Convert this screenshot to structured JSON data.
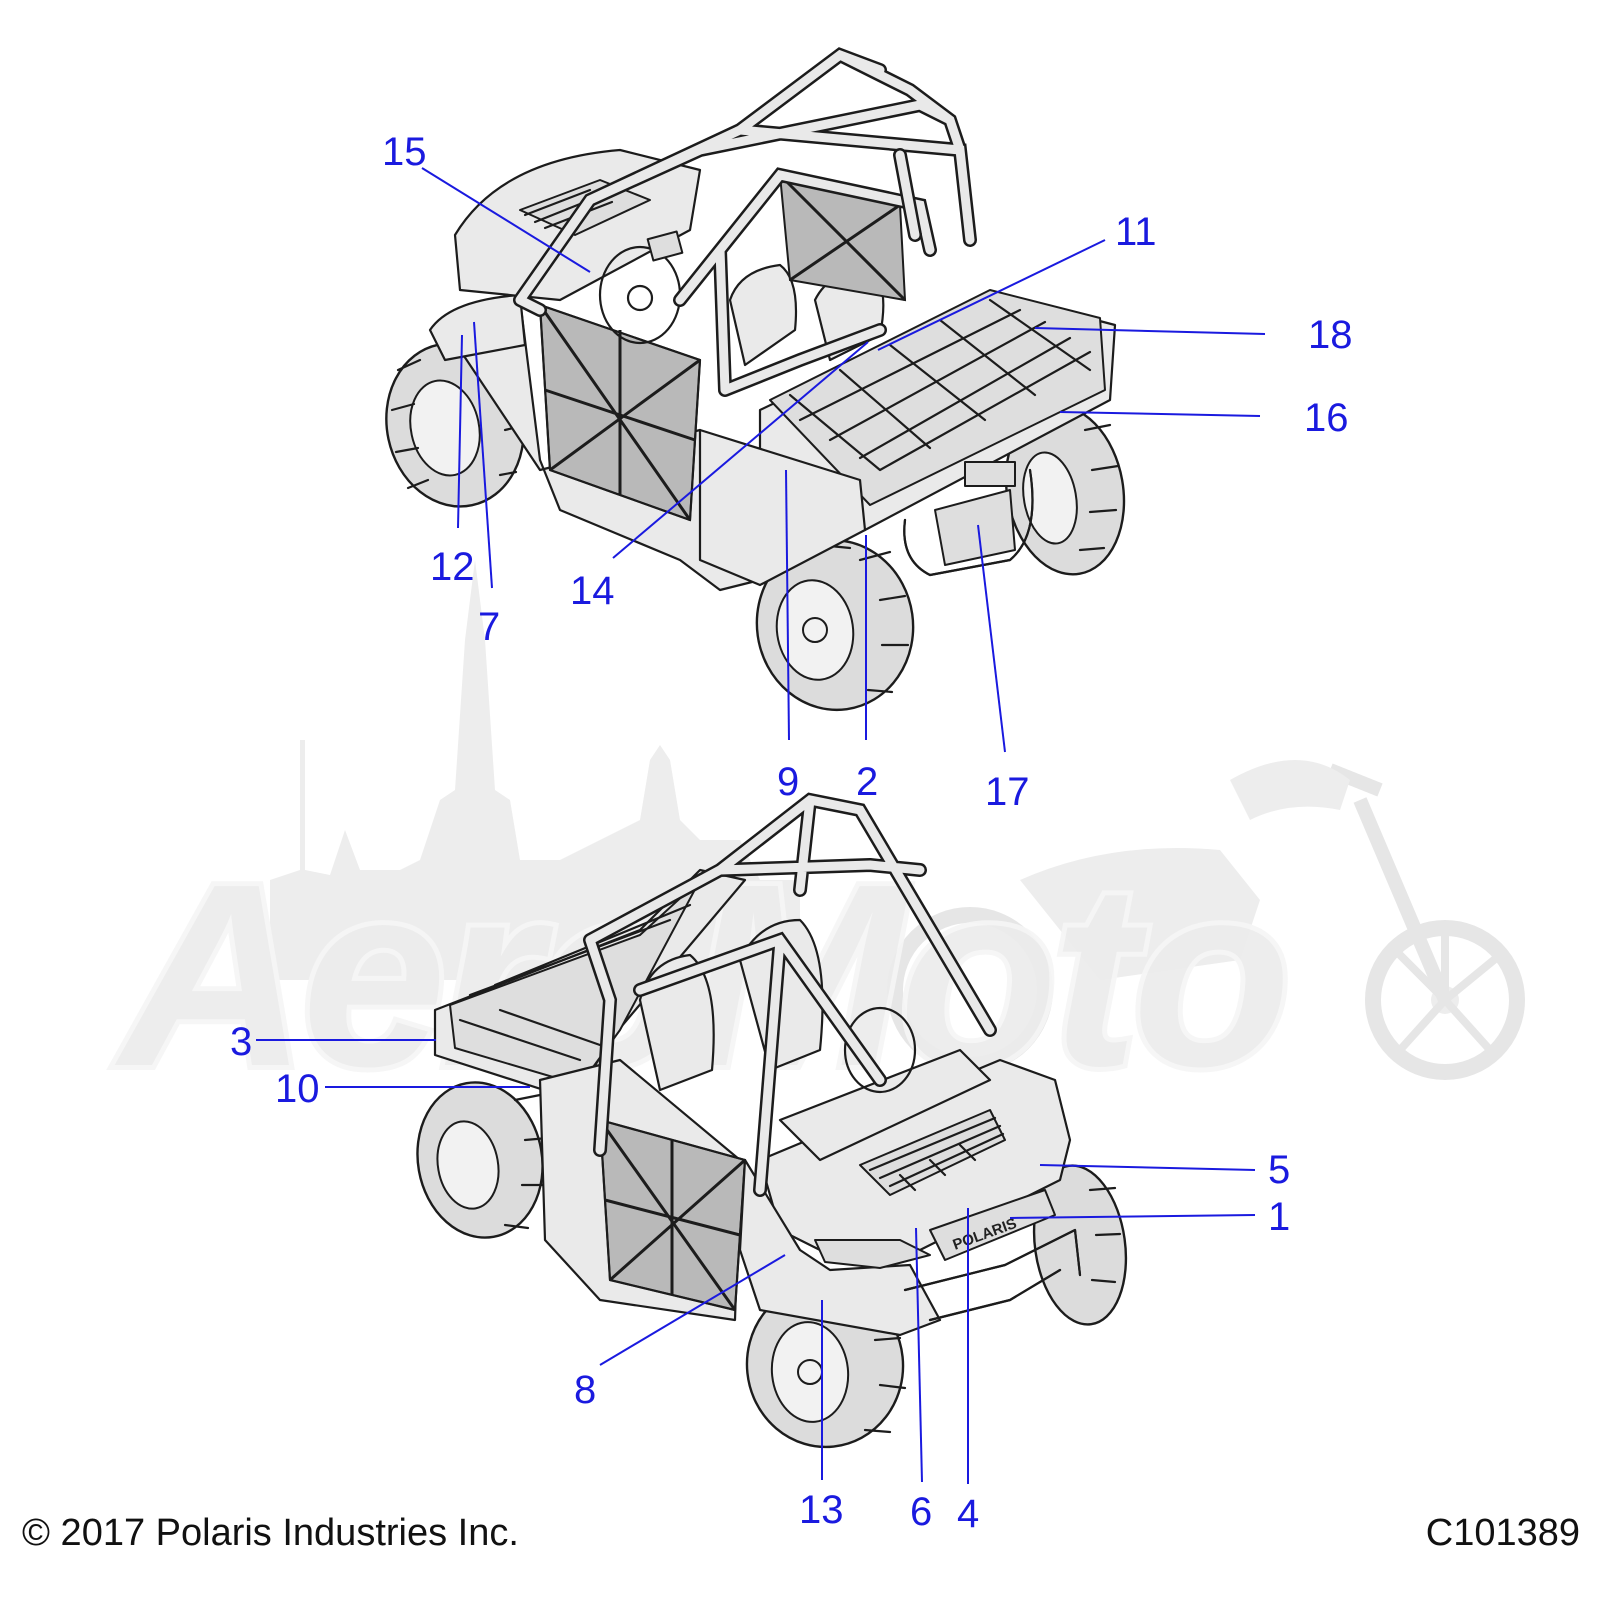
{
  "callouts": {
    "c1": "1",
    "c2": "2",
    "c3": "3",
    "c4": "4",
    "c5": "5",
    "c6": "6",
    "c7": "7",
    "c8": "8",
    "c9": "9",
    "c10": "10",
    "c11": "11",
    "c12": "12",
    "c13": "13",
    "c14": "14",
    "c15": "15",
    "c16": "16",
    "c17": "17",
    "c18": "18"
  },
  "footer": {
    "copyright": "© 2017 Polaris Industries Inc.",
    "diagram_code": "C101389"
  },
  "grille_logo": "POLARIS",
  "watermark_text": "AeroMoto",
  "colors": {
    "callout": "#1a1adf",
    "line_art": "#1c1c1c",
    "watermark": "#ededed"
  }
}
